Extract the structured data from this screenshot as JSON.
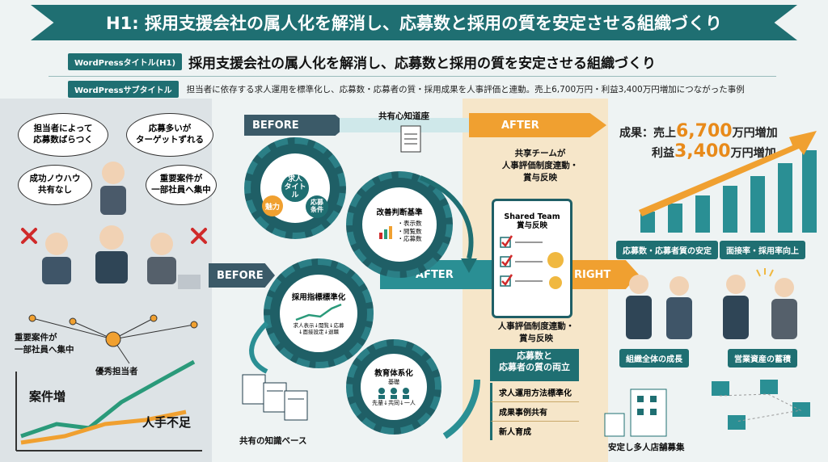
{
  "header": {
    "banner": "H1: 採用支援会社の属人化を解消し、応募数と採用の質を安定させる組織づくり",
    "title_tag": "WordPressタイトル(H1)",
    "title": "採用支援会社の属人化を解消し、応募数と採用の質を安定させる組織づくり",
    "subtitle_tag": "WordPressサブタイトル",
    "subtitle": "担当者に依存する求人運用を標準化し、応募数・応募者の質・採用成果を人事評価と連動。売上6,700万円・利益3,400万円増加につながった事例"
  },
  "left": {
    "bubbles": [
      "担当者によって\n応募数ばらつく",
      "応募多いが\nターゲットずれる",
      "成功ノウハウ\n共有なし",
      "重要案件が\n一部社員へ集中"
    ],
    "network_label": "重要案件が\n一部社員へ集中",
    "network_label2": "優秀担当者",
    "chart_label_up": "案件増",
    "chart_label_down": "人手不足"
  },
  "center": {
    "before_top": "BEFORE",
    "after_top": "AFTER",
    "before_mid": "BEFORE",
    "after_mid": "AFTER",
    "shared_top": "共有心知道座",
    "gear1": {
      "center": "求人\nタイトル",
      "a": "魅力",
      "b": "応募\n条件"
    },
    "gear2": {
      "title": "改善判断基準",
      "items": "・表示数\n・閲覧数\n・応募数"
    },
    "gear3": {
      "title": "採用指標標準化",
      "caption": "求人表示↓閲覧↓応募\n↓面接設定↓退職"
    },
    "gear4": {
      "title": "教育体系化",
      "caption": "基礎",
      "row": "先輩↓共同↓一人"
    },
    "shared_base": "共有の知識ベース"
  },
  "right": {
    "team_label": "共享チームが\n人事評価制度連動・\n賞与反映",
    "clip_title": "Shared Team\n賞与反映",
    "clip_caption": "人事評価制度連動・\n賞与反映",
    "box_title": "応募数と\n応募者の質の両立",
    "box_items": [
      "求人運用方法標準化",
      "成果事例共有",
      "新人育成"
    ],
    "right_arrow": "RIGHT"
  },
  "results": {
    "prefix": "成果：売上",
    "sales": "6,700",
    "sales_suffix": "万円増加",
    "profit_prefix": "利益",
    "profit": "3,400",
    "profit_suffix": "万円増加",
    "pill1": "応募数・応募者質の安定",
    "pill2": "面接率・採用率向上",
    "pill3": "組織全体の成長",
    "pill4": "営業資産の蓄積",
    "bottom": "安定し多人店舗募集"
  },
  "colors": {
    "teal": "#1f6f72",
    "orange": "#f0a030",
    "cream": "#f6e6c9"
  }
}
